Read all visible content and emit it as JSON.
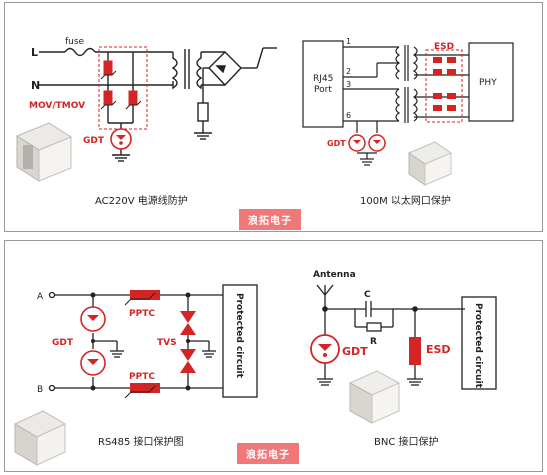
{
  "top": {
    "ac": {
      "line_label": "L",
      "neutral_label": "N",
      "fuse_label": "fuse",
      "mov_label": "MOV/TMOV",
      "gdt_label": "GDT",
      "caption": "AC220V 电源线防护"
    },
    "ethernet": {
      "port_label_1": "RJ45",
      "port_label_2": "Port",
      "pins": [
        "1",
        "2",
        "3",
        "6"
      ],
      "esd_label": "ESD",
      "phy_label": "PHY",
      "gdt_label": "GDT",
      "caption": "100M 以太网口保护"
    },
    "badge": "浪拓电子"
  },
  "bottom": {
    "rs485": {
      "a_label": "A",
      "b_label": "B",
      "gdt_label": "GDT",
      "pptc_label_top": "PPTC",
      "pptc_label_bottom": "PPTC",
      "tvs_label": "TVS",
      "protected_label": "Protected circuit",
      "caption": "RS485 接口保护图"
    },
    "bnc": {
      "antenna_label": "Antenna",
      "c_label": "C",
      "r_label": "R",
      "gdt_label": "GDT",
      "esd_label": "ESD",
      "protected_label": "Protected circuit",
      "caption": "BNC 接口保护"
    },
    "badge": "浪拓电子"
  },
  "colors": {
    "accent_red": "#d42424",
    "badge_bg": "#f07878",
    "line": "#222222"
  }
}
